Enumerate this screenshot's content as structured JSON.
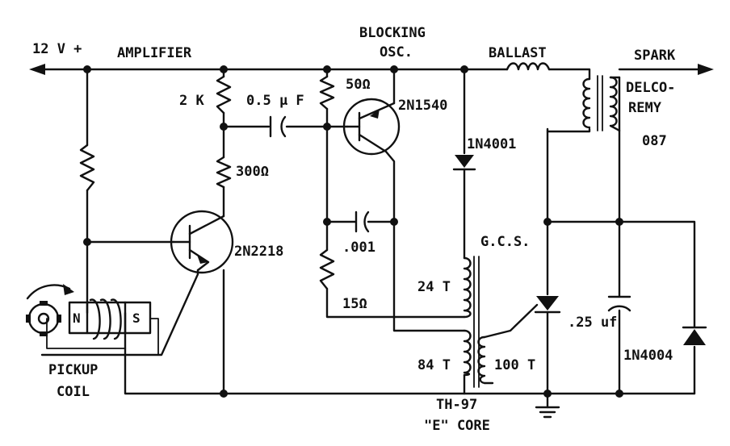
{
  "labels": {
    "supply": "12 V +",
    "amplifier": "AMPLIFIER",
    "blocking": "BLOCKING",
    "osc": "OSC.",
    "ballast": "BALLAST",
    "spark": "SPARK",
    "delco": "DELCO-",
    "remy": "REMY",
    "part087": "087",
    "r2k": "2 K",
    "c05uf": "0.5 µ F",
    "r50": "50Ω",
    "q2n1540": "2N1540",
    "d1n4001": "1N4001",
    "r300": "300Ω",
    "q2n2218": "2N2218",
    "c001": ".001",
    "gcs": "G.C.S.",
    "t24": "24 T",
    "r15": "15Ω",
    "c25uf": ".25 uf",
    "d1n4004": "1N4004",
    "t84": "84 T",
    "t100": "100 T",
    "th97": "TH-97",
    "ecore": "\"E\" CORE",
    "pickup": "PICKUP",
    "coil": "COIL",
    "pole_n": "N",
    "pole_s": "S"
  }
}
